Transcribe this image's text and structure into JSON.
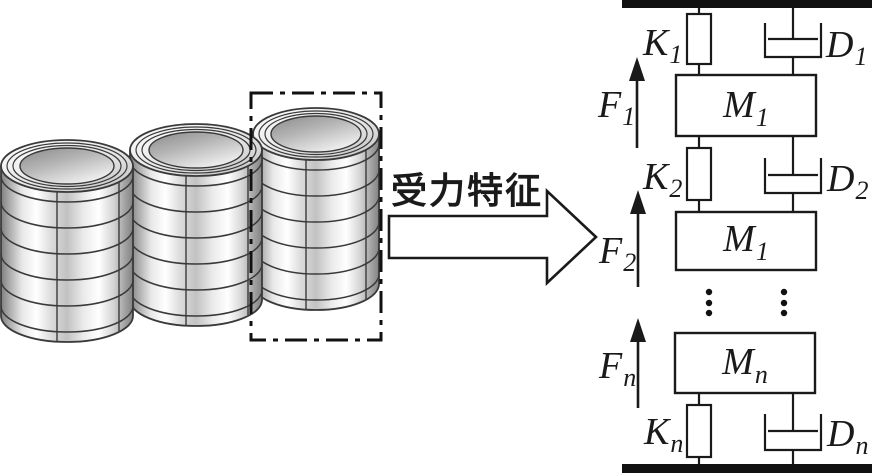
{
  "figure": {
    "background": "#ffffff",
    "left_panel": {
      "object": "laminated-coil-stack-3d-render",
      "cylinder_count": "3",
      "outline_color": "#3a3a3a",
      "metal_highlight": "#ffffff",
      "metal_mid": "#cccccc",
      "metal_dark": "#828282",
      "selection_box_style": "dash-dot"
    },
    "arrow": {
      "label": "受力特征",
      "fill": "#ffffff",
      "stroke": "#1a1a1a"
    },
    "schematic": {
      "stroke": "#1a1a1a",
      "ground_color": "#111111",
      "units": [
        {
          "force_base": "F",
          "force_sub": "1",
          "spring_base": "K",
          "spring_sub": "1",
          "damper_base": "D",
          "damper_sub": "1",
          "mass_base": "M",
          "mass_sub": "1"
        },
        {
          "force_base": "F",
          "force_sub": "2",
          "spring_base": "K",
          "spring_sub": "2",
          "damper_base": "D",
          "damper_sub": "2",
          "mass_base": "M",
          "mass_sub": "1"
        },
        {
          "force_base": "F",
          "force_sub": "n",
          "spring_base": "K",
          "spring_sub": "n",
          "damper_base": "D",
          "damper_sub": "n",
          "mass_base": "M",
          "mass_sub": "n"
        }
      ]
    }
  }
}
